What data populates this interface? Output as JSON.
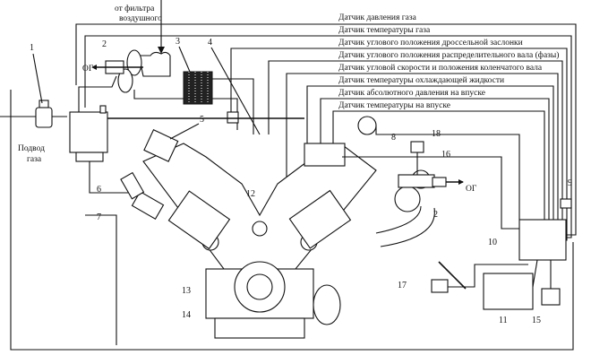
{
  "air_inlet_label": [
    "от фильтра",
    "воздушного"
  ],
  "gas_inlet_label": [
    "Подвод",
    "газа"
  ],
  "exhaust_label": "ОГ",
  "sensors": [
    "Датчик давления газа",
    "Датчик температуры газа",
    "Датчик углового положения дроссельной заслонки",
    "Датчик углового положения распределительного вала (фазы)",
    "Датчик угловой скорости и положения коленчатого вала",
    "Датчик температуры охлаждающей жидкости",
    "Датчик абсолютного давления на впуске",
    "Датчик температуры на впуске"
  ],
  "callouts": [
    "1",
    "2",
    "3",
    "4",
    "5",
    "6",
    "7",
    "8",
    "9",
    "10",
    "11",
    "12",
    "13",
    "14",
    "15",
    "16",
    "17",
    "18",
    "2"
  ]
}
